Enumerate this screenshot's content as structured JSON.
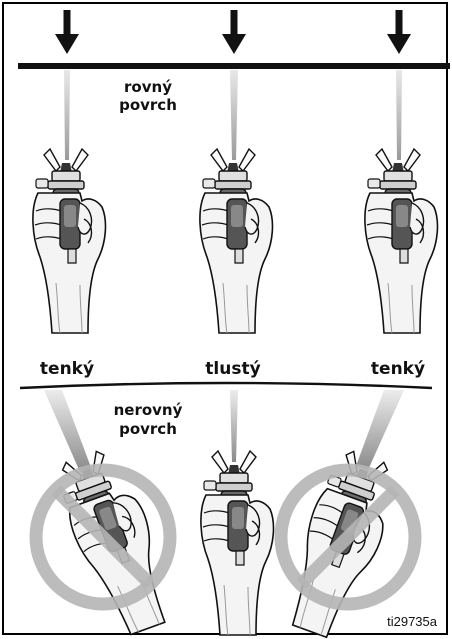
{
  "labels": {
    "flat_surface": [
      "rovný",
      "povrch"
    ],
    "uneven_surface": [
      "nerovný",
      "povrch"
    ],
    "thin_left": "tenký",
    "thick_center": "tlustý",
    "thin_right": "tenký",
    "ref_code": "ti29735a"
  },
  "colors": {
    "ink": "#111111",
    "prohibit": "#b5b5b5",
    "hand_fill": "#f2f2f2",
    "gun_body": "#4d4d4d",
    "spray": "#bdbdbd"
  },
  "icons": [
    "down-arrow-icon",
    "spray-gun-hand-icon",
    "prohibited-icon"
  ]
}
